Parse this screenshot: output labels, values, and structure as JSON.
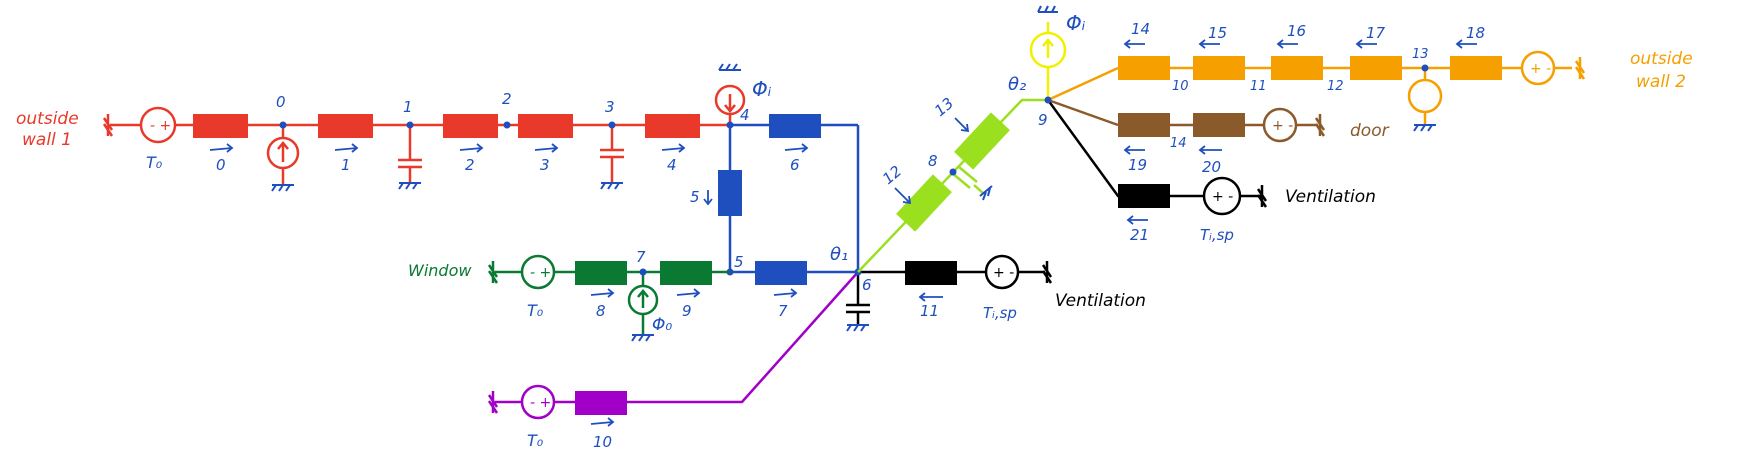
{
  "labels": {
    "outside_wall_1": [
      "outside",
      "wall 1"
    ],
    "outside_wall_2": [
      "outside",
      "wall 2"
    ],
    "window": "Window",
    "door": "door",
    "ventilation_1": "Ventilation",
    "ventilation_2": "Ventilation",
    "theta_1": "θ₁",
    "theta_2": "θ₂",
    "phi_i_top": "Φᵢ",
    "phi_i_wall": "Φᵢ",
    "phi_o": "Φ₀",
    "phi_o2": "",
    "t0_wall1": "T₀",
    "t0_window": "T₀",
    "t0_bottom": "T₀",
    "ti_sp_1": "Tᵢ,sp",
    "ti_sp_2": "Tᵢ,sp"
  },
  "nodes": {
    "n0": "0",
    "n1": "1",
    "n2": "2",
    "n3": "3",
    "n4": "4",
    "n5": "5",
    "n6": "6",
    "n7": "7",
    "n8": "8",
    "n9": "9",
    "n10": "10",
    "n11": "11",
    "n12": "12",
    "n13": "13",
    "n14": "14"
  },
  "branches": {
    "b0": "0",
    "b1": "1",
    "b2": "2",
    "b3": "3",
    "b4": "4",
    "b5": "5",
    "b6": "6",
    "b7": "7",
    "b8": "8",
    "b9": "9",
    "b10": "10",
    "b11": "11",
    "b12": "12",
    "b13": "13",
    "b14": "14",
    "b15": "15",
    "b16": "16",
    "b17": "17",
    "b18": "18",
    "b19": "19",
    "b20": "20",
    "b21": "21"
  },
  "colors": {
    "wall1": "#e8392b",
    "indoor": "#1f4fbf",
    "window": "#0a7a33",
    "bottom": "#a000c8",
    "ventilation": "#000000",
    "wall_link": "#9be01e",
    "wall2": "#f5a000",
    "door": "#8a5a2b",
    "phi_top": "#f0f000",
    "label_blue": "#1f4fbf"
  }
}
